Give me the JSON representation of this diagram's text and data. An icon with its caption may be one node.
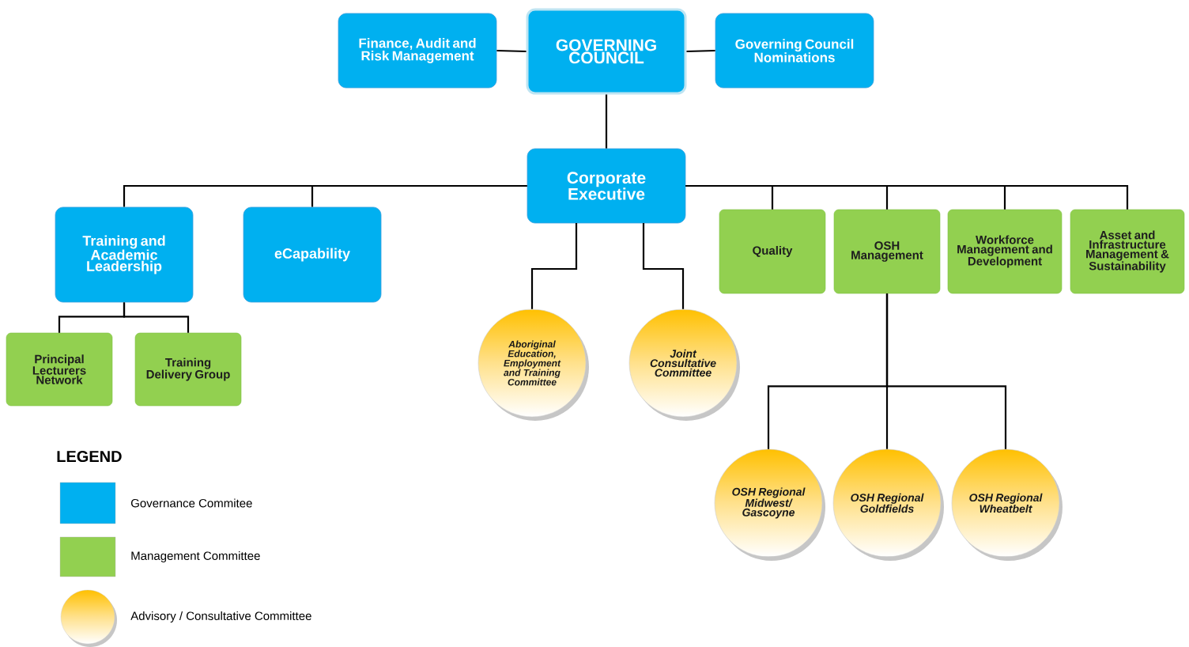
{
  "diagram": {
    "nodes": [
      {
        "text": [
          "GOVERNING COUNCIL"
        ]
      },
      {
        "text": [
          "Finance, Audit and Risk Management"
        ]
      },
      {
        "text": [
          "Governing Council Nominations"
        ]
      },
      {
        "text": [
          "Corporate Executive"
        ]
      },
      {
        "text": [
          "Training and Academic Leadership"
        ]
      },
      {
        "text": [
          "eCapability"
        ]
      },
      {
        "text": [
          "Quality"
        ]
      },
      {
        "text": [
          "OSH Management"
        ]
      },
      {
        "text": [
          "Workforce Management and Development"
        ]
      },
      {
        "text": [
          "Asset and Infrastructure Management & Sustainability"
        ]
      },
      {
        "text": [
          "Principal Lecturers Network"
        ]
      },
      {
        "text": [
          "Training Delivery Group"
        ]
      },
      {
        "text": [
          "Aboriginal Education, Employment and Training Committee"
        ]
      },
      {
        "text": [
          "Joint Consultative Committee"
        ]
      },
      {
        "text": [
          "OSH Regional Midwest/ Gascoyne"
        ]
      },
      {
        "text": [
          "OSH Regional Goldfields"
        ]
      },
      {
        "text": [
          "OSH Regional Wheatbelt"
        ]
      }
    ],
    "edges": [
      {
        "from": 1,
        "to": 0,
        "arrow": "none"
      },
      {
        "from": 0,
        "to": 2,
        "arrow": "none"
      },
      {
        "from": 0,
        "to": 3,
        "arrow": "none"
      },
      {
        "from": 3,
        "to": 4,
        "arrow": "none"
      },
      {
        "from": 3,
        "to": 5,
        "arrow": "none"
      },
      {
        "from": 3,
        "to": 6,
        "arrow": "none"
      },
      {
        "from": 3,
        "to": 7,
        "arrow": "none"
      },
      {
        "from": 3,
        "to": 8,
        "arrow": "none"
      },
      {
        "from": 3,
        "to": 9,
        "arrow": "none"
      },
      {
        "from": 4,
        "to": 10,
        "arrow": "none"
      },
      {
        "from": 4,
        "to": 11,
        "arrow": "none"
      },
      {
        "from": 3,
        "to": 12,
        "arrow": "none"
      },
      {
        "from": 3,
        "to": 13,
        "arrow": "none"
      },
      {
        "from": 7,
        "to": 14,
        "arrow": "none"
      },
      {
        "from": 7,
        "to": 15,
        "arrow": "none"
      },
      {
        "from": 7,
        "to": 16,
        "arrow": "none"
      }
    ],
    "labels": [
      "LEGEND"
    ],
    "legend": [
      {
        "text": "Governance Commitee",
        "color": "#00b0f0"
      },
      {
        "text": "Management Committee",
        "color": "#92d050"
      },
      {
        "text": "Advisory / Consultative Committee"
      }
    ]
  }
}
